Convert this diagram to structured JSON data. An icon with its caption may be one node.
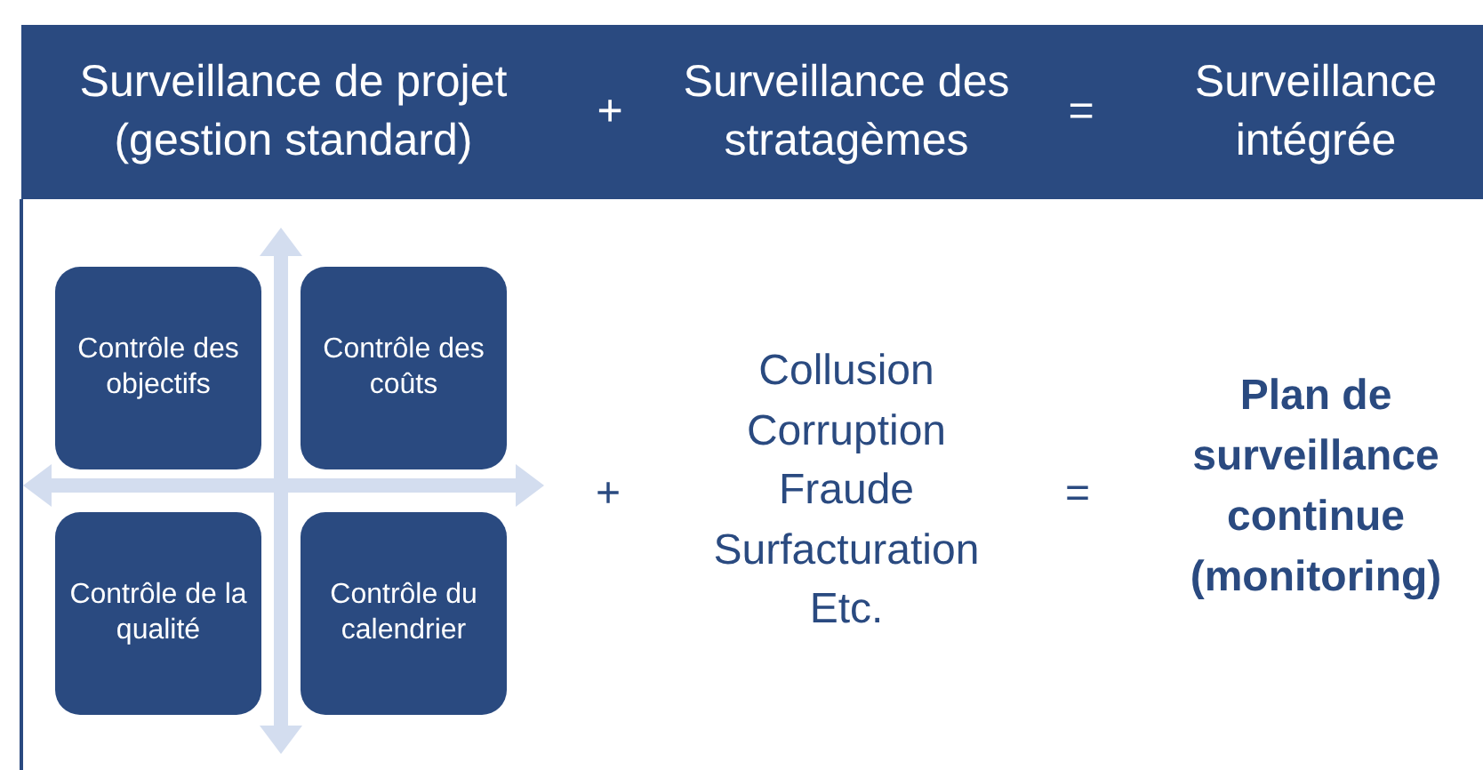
{
  "diagram": {
    "nodes": [
      {
        "text": [
          "Contrôle des objectifs"
        ]
      },
      {
        "text": [
          "Contrôle des coûts"
        ]
      },
      {
        "text": [
          "Contrôle de la qualité"
        ]
      },
      {
        "text": [
          "Contrôle du calendrier"
        ]
      }
    ],
    "labels": [
      "Surveillance de projet (gestion standard)",
      "+",
      "Surveillance des stratagèmes",
      "=",
      "Surveillance intégrée",
      "+",
      "Collusion",
      "Corruption",
      "Fraude",
      "Surfacturation",
      "Etc.",
      "=",
      "Plan de surveillance continue (monitoring)"
    ]
  }
}
